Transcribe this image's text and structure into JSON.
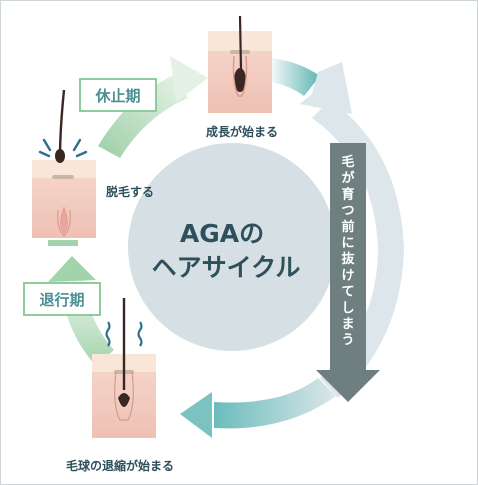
{
  "center_title": [
    "AGAの",
    "ヘアサイクル"
  ],
  "stages": {
    "growth_start": "成長が始まる",
    "hair_loss": "脱毛する",
    "bulb_shrink": "毛球の退縮が始まる"
  },
  "phases": {
    "rest": "休止期",
    "regression": "退行期"
  },
  "arrow_text": "毛が育つ前に抜けてしまう",
  "colors": {
    "text_dark": "#2e4f5c",
    "label_text": "#4b8f93",
    "arc_teal": "#6bbcbc",
    "arc_green": "#a9d6b0",
    "arc_light": "#dbe5ea",
    "circle": "#d6dfe3",
    "down_arrow": "#6e7e7e",
    "skin": "#f2c9bf",
    "skin_top": "#f7e6d9"
  }
}
